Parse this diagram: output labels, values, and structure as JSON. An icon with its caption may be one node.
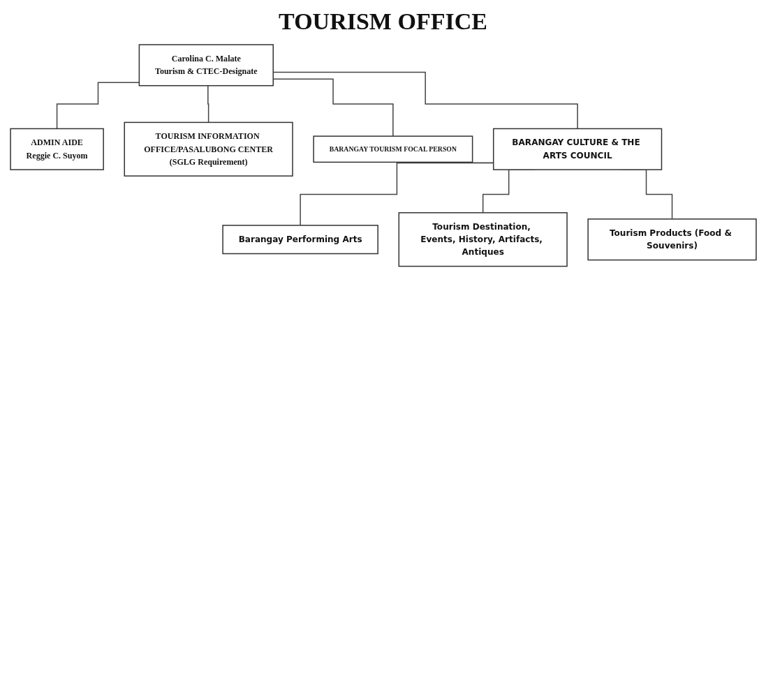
{
  "diagram": {
    "title": "TOURISM OFFICE",
    "nodes": [
      {
        "text": [
          "Carolina C. Malate",
          "Tourism & CTEC-Designate"
        ]
      },
      {
        "text": [
          "ADMIN AIDE",
          "Reggie C. Suyom"
        ]
      },
      {
        "text": [
          "TOURISM INFORMATION OFFICE/PASALUBONG CENTER",
          "(SGLG Requirement)"
        ]
      },
      {
        "text": [
          "BARANGAY TOURISM FOCAL PERSON"
        ]
      },
      {
        "text": [
          "BARANGAY CULTURE & THE ARTS COUNCIL"
        ]
      },
      {
        "text": [
          "Barangay Performing Arts"
        ]
      },
      {
        "text": [
          "Tourism Destination, Events, History, Artifacts, Antiques"
        ]
      },
      {
        "text": [
          "Tourism Products (Food & Souvenirs)"
        ]
      }
    ],
    "edges": [
      {
        "from": 0,
        "to": 1,
        "arrow": "none"
      },
      {
        "from": 0,
        "to": 2,
        "arrow": "none"
      },
      {
        "from": 0,
        "to": 3,
        "arrow": "none"
      },
      {
        "from": 0,
        "to": 4,
        "arrow": "none"
      },
      {
        "from": 4,
        "to": 5,
        "arrow": "none"
      },
      {
        "from": 4,
        "to": 6,
        "arrow": "none"
      },
      {
        "from": 4,
        "to": 7,
        "arrow": "none"
      }
    ]
  }
}
